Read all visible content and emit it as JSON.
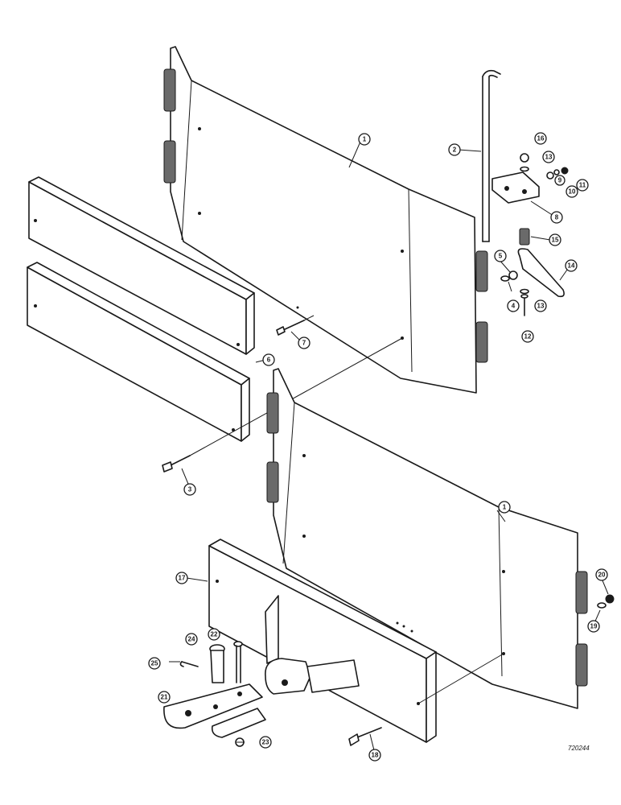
{
  "figure_code": "720244",
  "callouts": {
    "p1_upper": "1",
    "p1_lower": "1",
    "p2": "2",
    "p3": "3",
    "p4": "4",
    "p5": "5",
    "p6": "6",
    "p7": "7",
    "p8": "8",
    "p9": "9",
    "p10_upper": "10",
    "p11": "11",
    "p12": "12",
    "p13_upper": "13",
    "p13_lower": "13",
    "p14": "14",
    "p15": "15",
    "p16": "16",
    "p17": "17",
    "p18": "18",
    "p19": "19",
    "p20": "20",
    "p21": "21",
    "p22": "22",
    "p23": "23",
    "p24": "24",
    "p25": "25"
  }
}
